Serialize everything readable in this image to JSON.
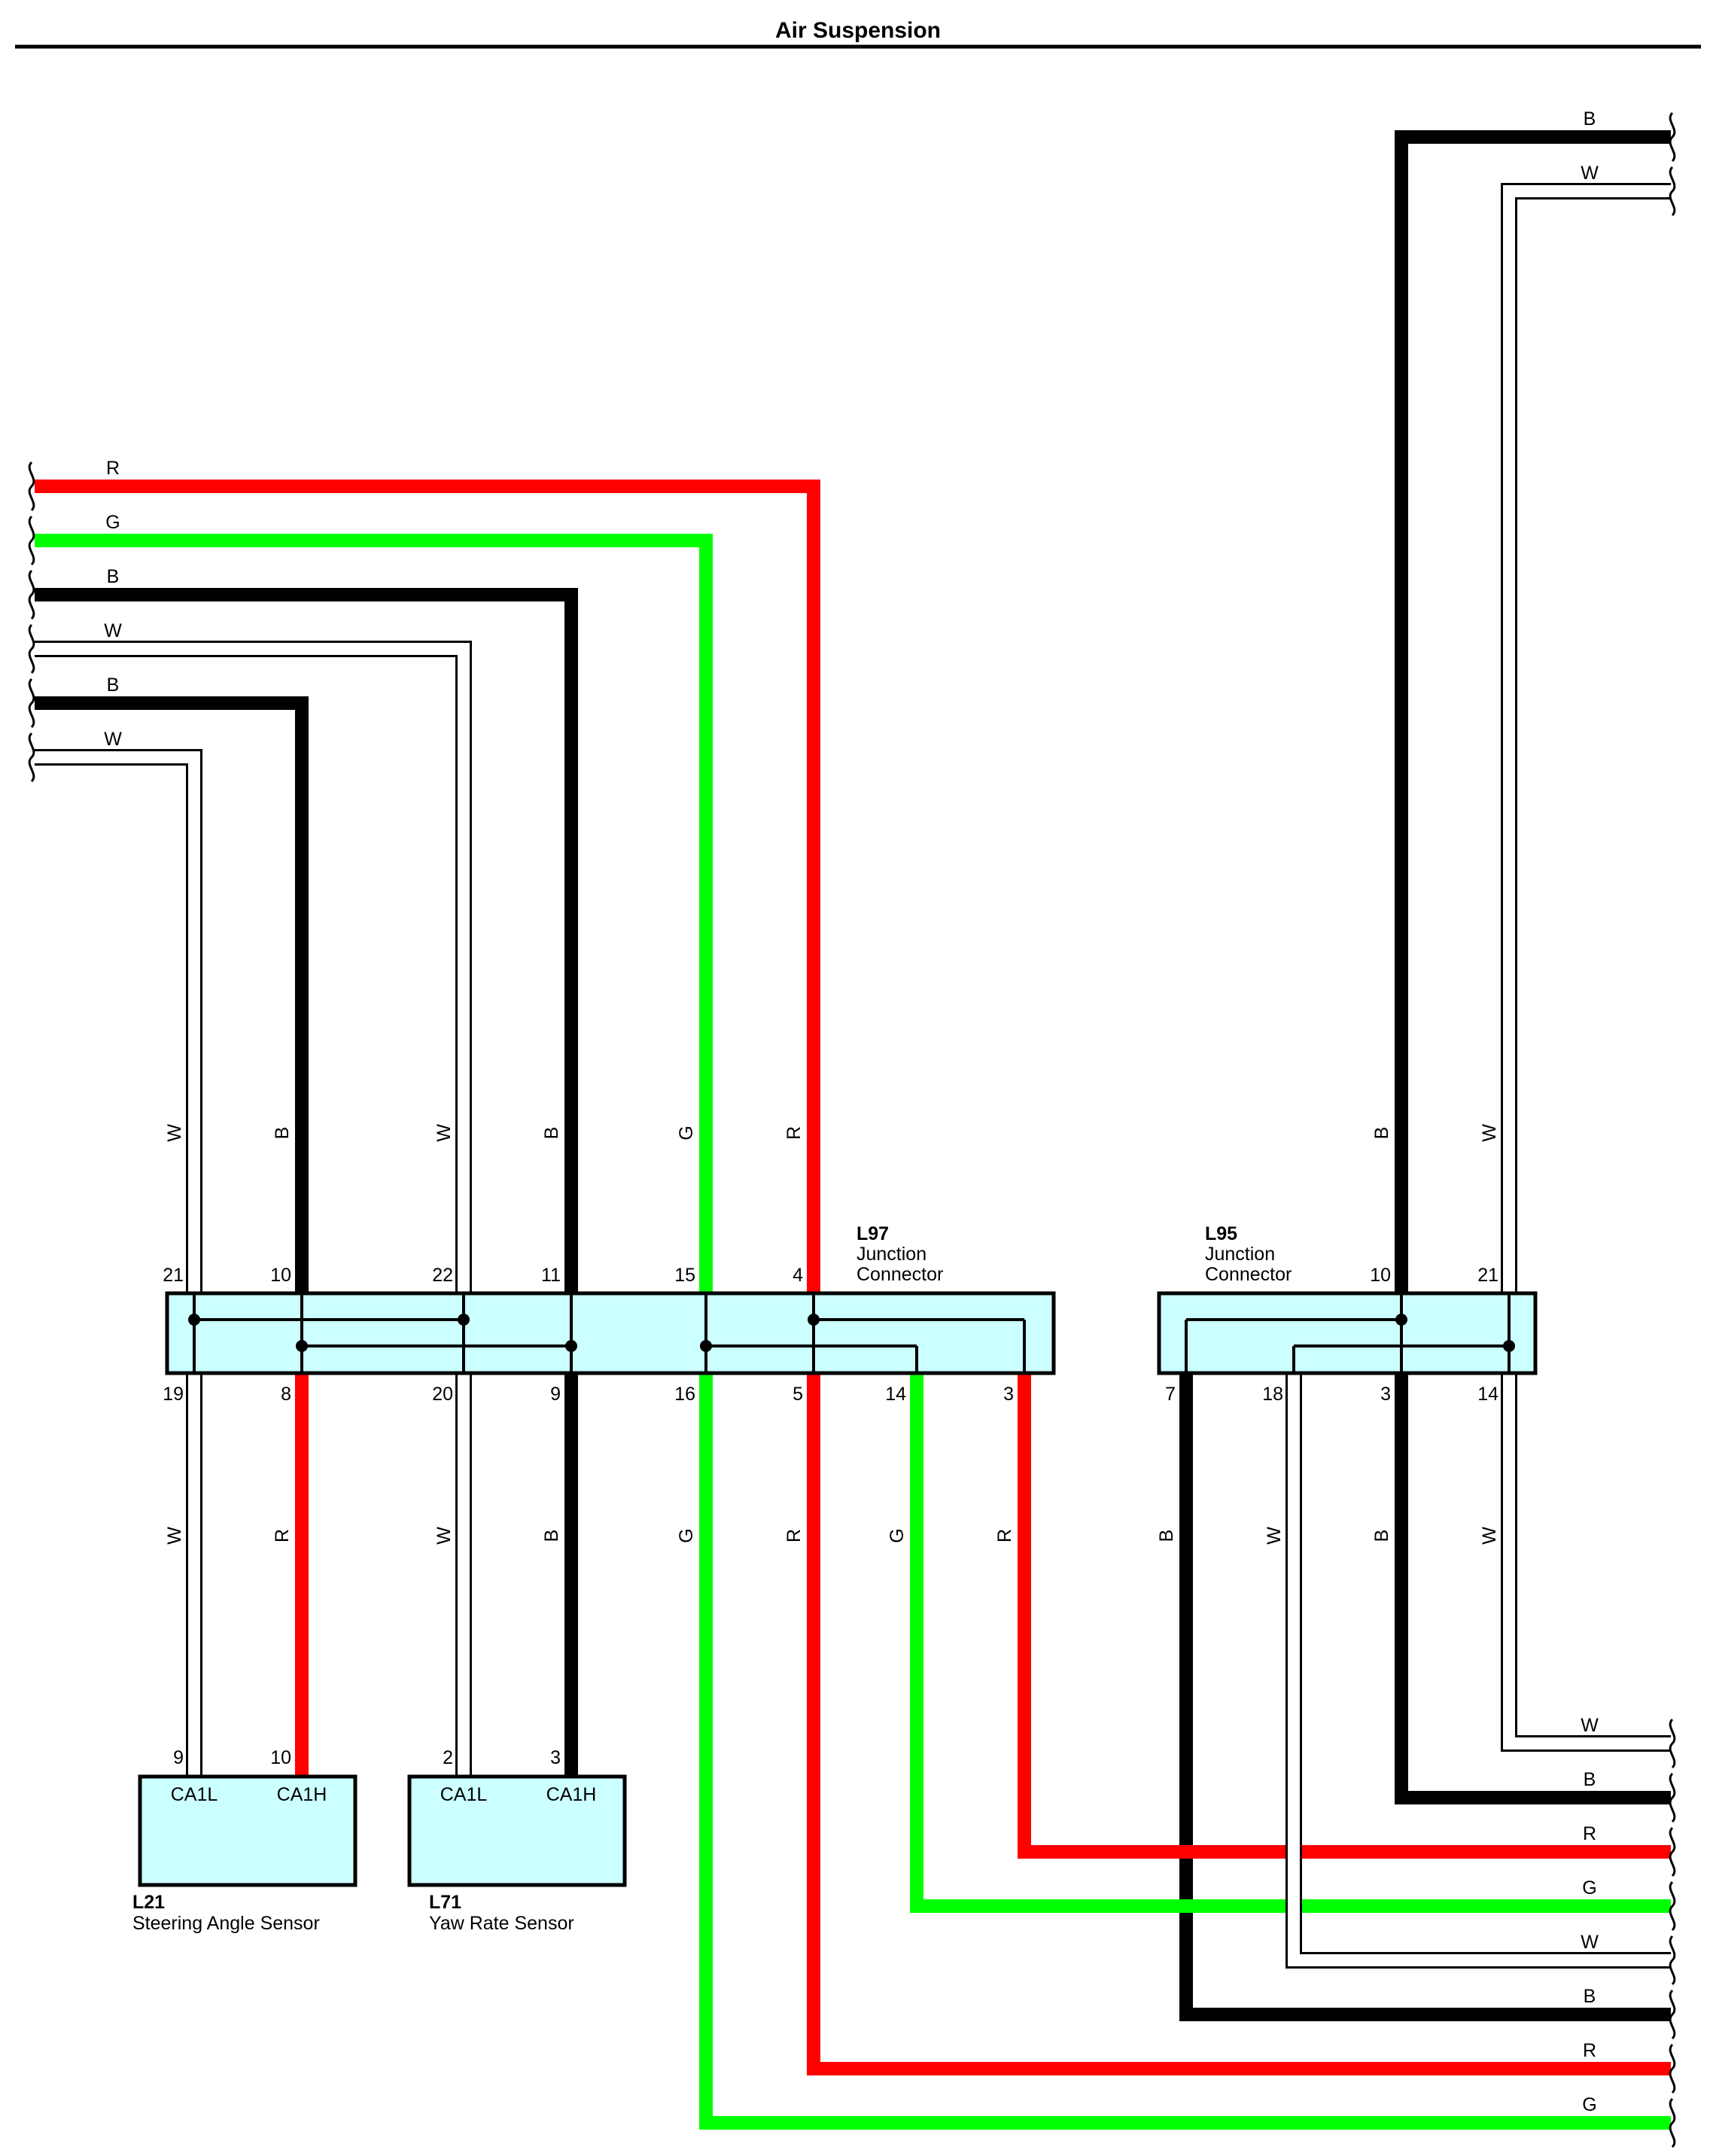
{
  "title": "Air Suspension",
  "colors": {
    "R": "#ff0000",
    "G": "#00ff00",
    "B": "#000000",
    "W": "#ffffff",
    "box": "#ccffff"
  },
  "wire_letters": {
    "red": "R",
    "green": "G",
    "black": "B",
    "white": "W"
  },
  "connectors": {
    "l97": {
      "code": "L97",
      "line1": "Junction",
      "line2": "Connector"
    },
    "l95": {
      "code": "L95",
      "line1": "Junction",
      "line2": "Connector"
    }
  },
  "pins": {
    "l97_top": [
      "21",
      "10",
      "22",
      "11",
      "15",
      "4"
    ],
    "l97_bottom": [
      "19",
      "8",
      "20",
      "9",
      "16",
      "5",
      "14",
      "3"
    ],
    "l95_top": [
      "10",
      "21"
    ],
    "l95_bottom": [
      "7",
      "18",
      "3",
      "14"
    ],
    "l21": [
      "9",
      "10"
    ],
    "l71": [
      "2",
      "3"
    ]
  },
  "components": {
    "l21": {
      "code": "L21",
      "name": "Steering Angle Sensor",
      "pin_a": "CA1L",
      "pin_b": "CA1H"
    },
    "l71": {
      "code": "L71",
      "name": "Yaw Rate Sensor",
      "pin_a": "CA1L",
      "pin_b": "CA1H"
    }
  }
}
